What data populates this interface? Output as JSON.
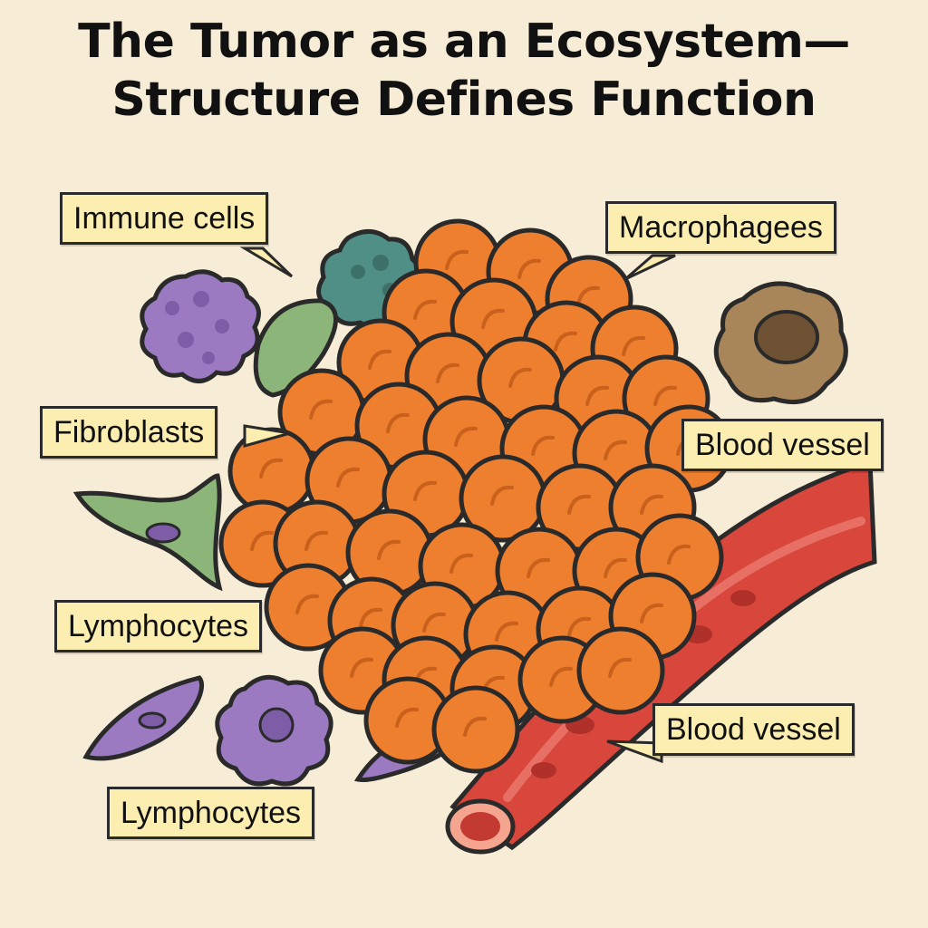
{
  "title": {
    "line1": "The Tumor as an Ecosystem—",
    "line2": "Structure Defines Function"
  },
  "labels": {
    "immune_cells": "Immune cells",
    "macrophages": "Macrophagees",
    "fibroblasts": "Fibroblasts",
    "blood_vessel_upper": "Blood vessel",
    "lymphocytes_upper": "Lymphocytes",
    "blood_vessel_lower": "Blood vessel",
    "lymphocytes_lower": "Lymphocytes"
  },
  "colors": {
    "background": "#f7ecd6",
    "tumor_cell": "#ee7f2e",
    "tumor_cell_dark": "#c9611c",
    "immune_purple": "#9b7ac2",
    "immune_teal": "#4f8f86",
    "fibroblast_green": "#8cb57a",
    "macrophage_brown": "#a8865a",
    "blood_vessel": "#d9463c",
    "label_fill": "#fbeeb0"
  }
}
